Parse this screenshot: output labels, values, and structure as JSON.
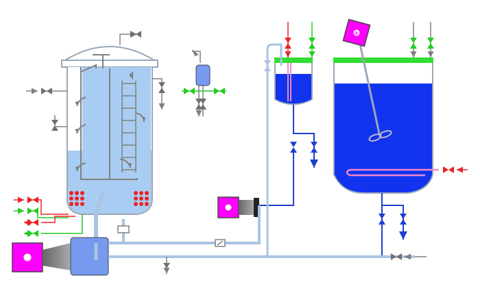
{
  "diagram": {
    "colors": {
      "background": "#ffffff",
      "vessel_outline": "#9aa7b8",
      "light_liquid": "#a9cdf2",
      "dark_liquid": "#1133ee",
      "motor": "#ff00ff",
      "pump_body": "#7799ee",
      "valve_red": "#ee2222",
      "valve_green": "#22cc22",
      "valve_blue": "#1e3fcf",
      "valve_grey": "#707070",
      "lid_green": "#33dd33",
      "heating_coil": "#ee88cc",
      "pipe_light_blue": "#a9c3e4",
      "pipe_dark_blue": "#1e3fcf"
    },
    "components": [
      {
        "id": "reactor-vessel",
        "icon": "domed-tank"
      },
      {
        "id": "condenser-vessel",
        "icon": "small-tank"
      },
      {
        "id": "storage-vessel",
        "icon": "open-tank"
      },
      {
        "id": "agitator-motor",
        "icon": "motor"
      },
      {
        "id": "transfer-pump",
        "icon": "pump"
      },
      {
        "id": "circulation-pump",
        "icon": "pump"
      },
      {
        "id": "filter",
        "icon": "cartridge-filter"
      }
    ]
  }
}
